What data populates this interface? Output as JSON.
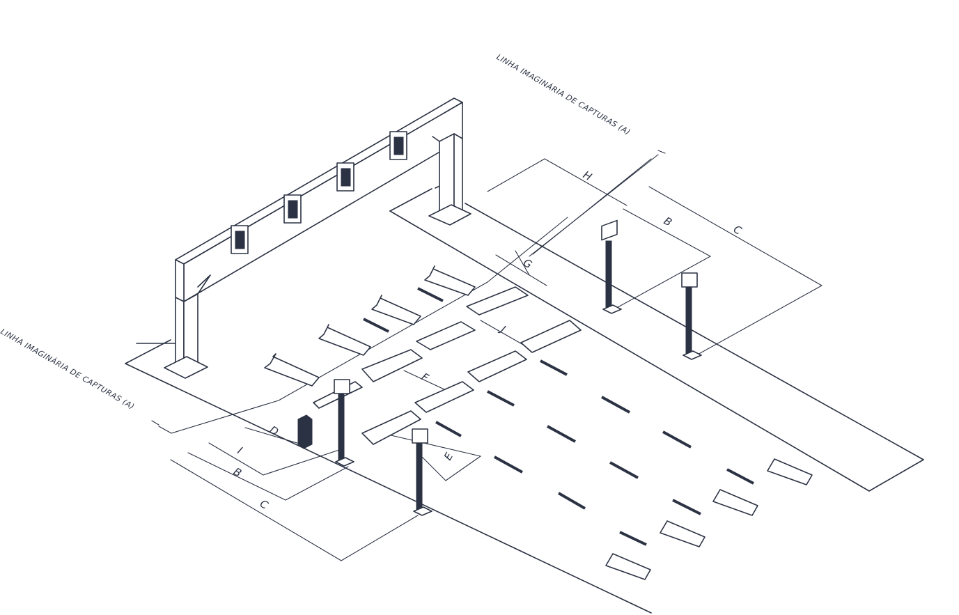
{
  "capture_line_label_top": "LINHA IMAGINÁRIA DE CAPTURAS (A)",
  "capture_line_label_left": "LINHA IMAGINÁRIA DE CAPTURAS (A)",
  "dimensions": {
    "h": "H",
    "b_right": "B",
    "c_right": "C",
    "g": "G",
    "j": "J",
    "f": "F",
    "d": "D",
    "i": "I",
    "b_left": "B",
    "c_left": "C",
    "e": "E"
  },
  "colors": {
    "line": "#2b3243",
    "background": "#ffffff"
  }
}
